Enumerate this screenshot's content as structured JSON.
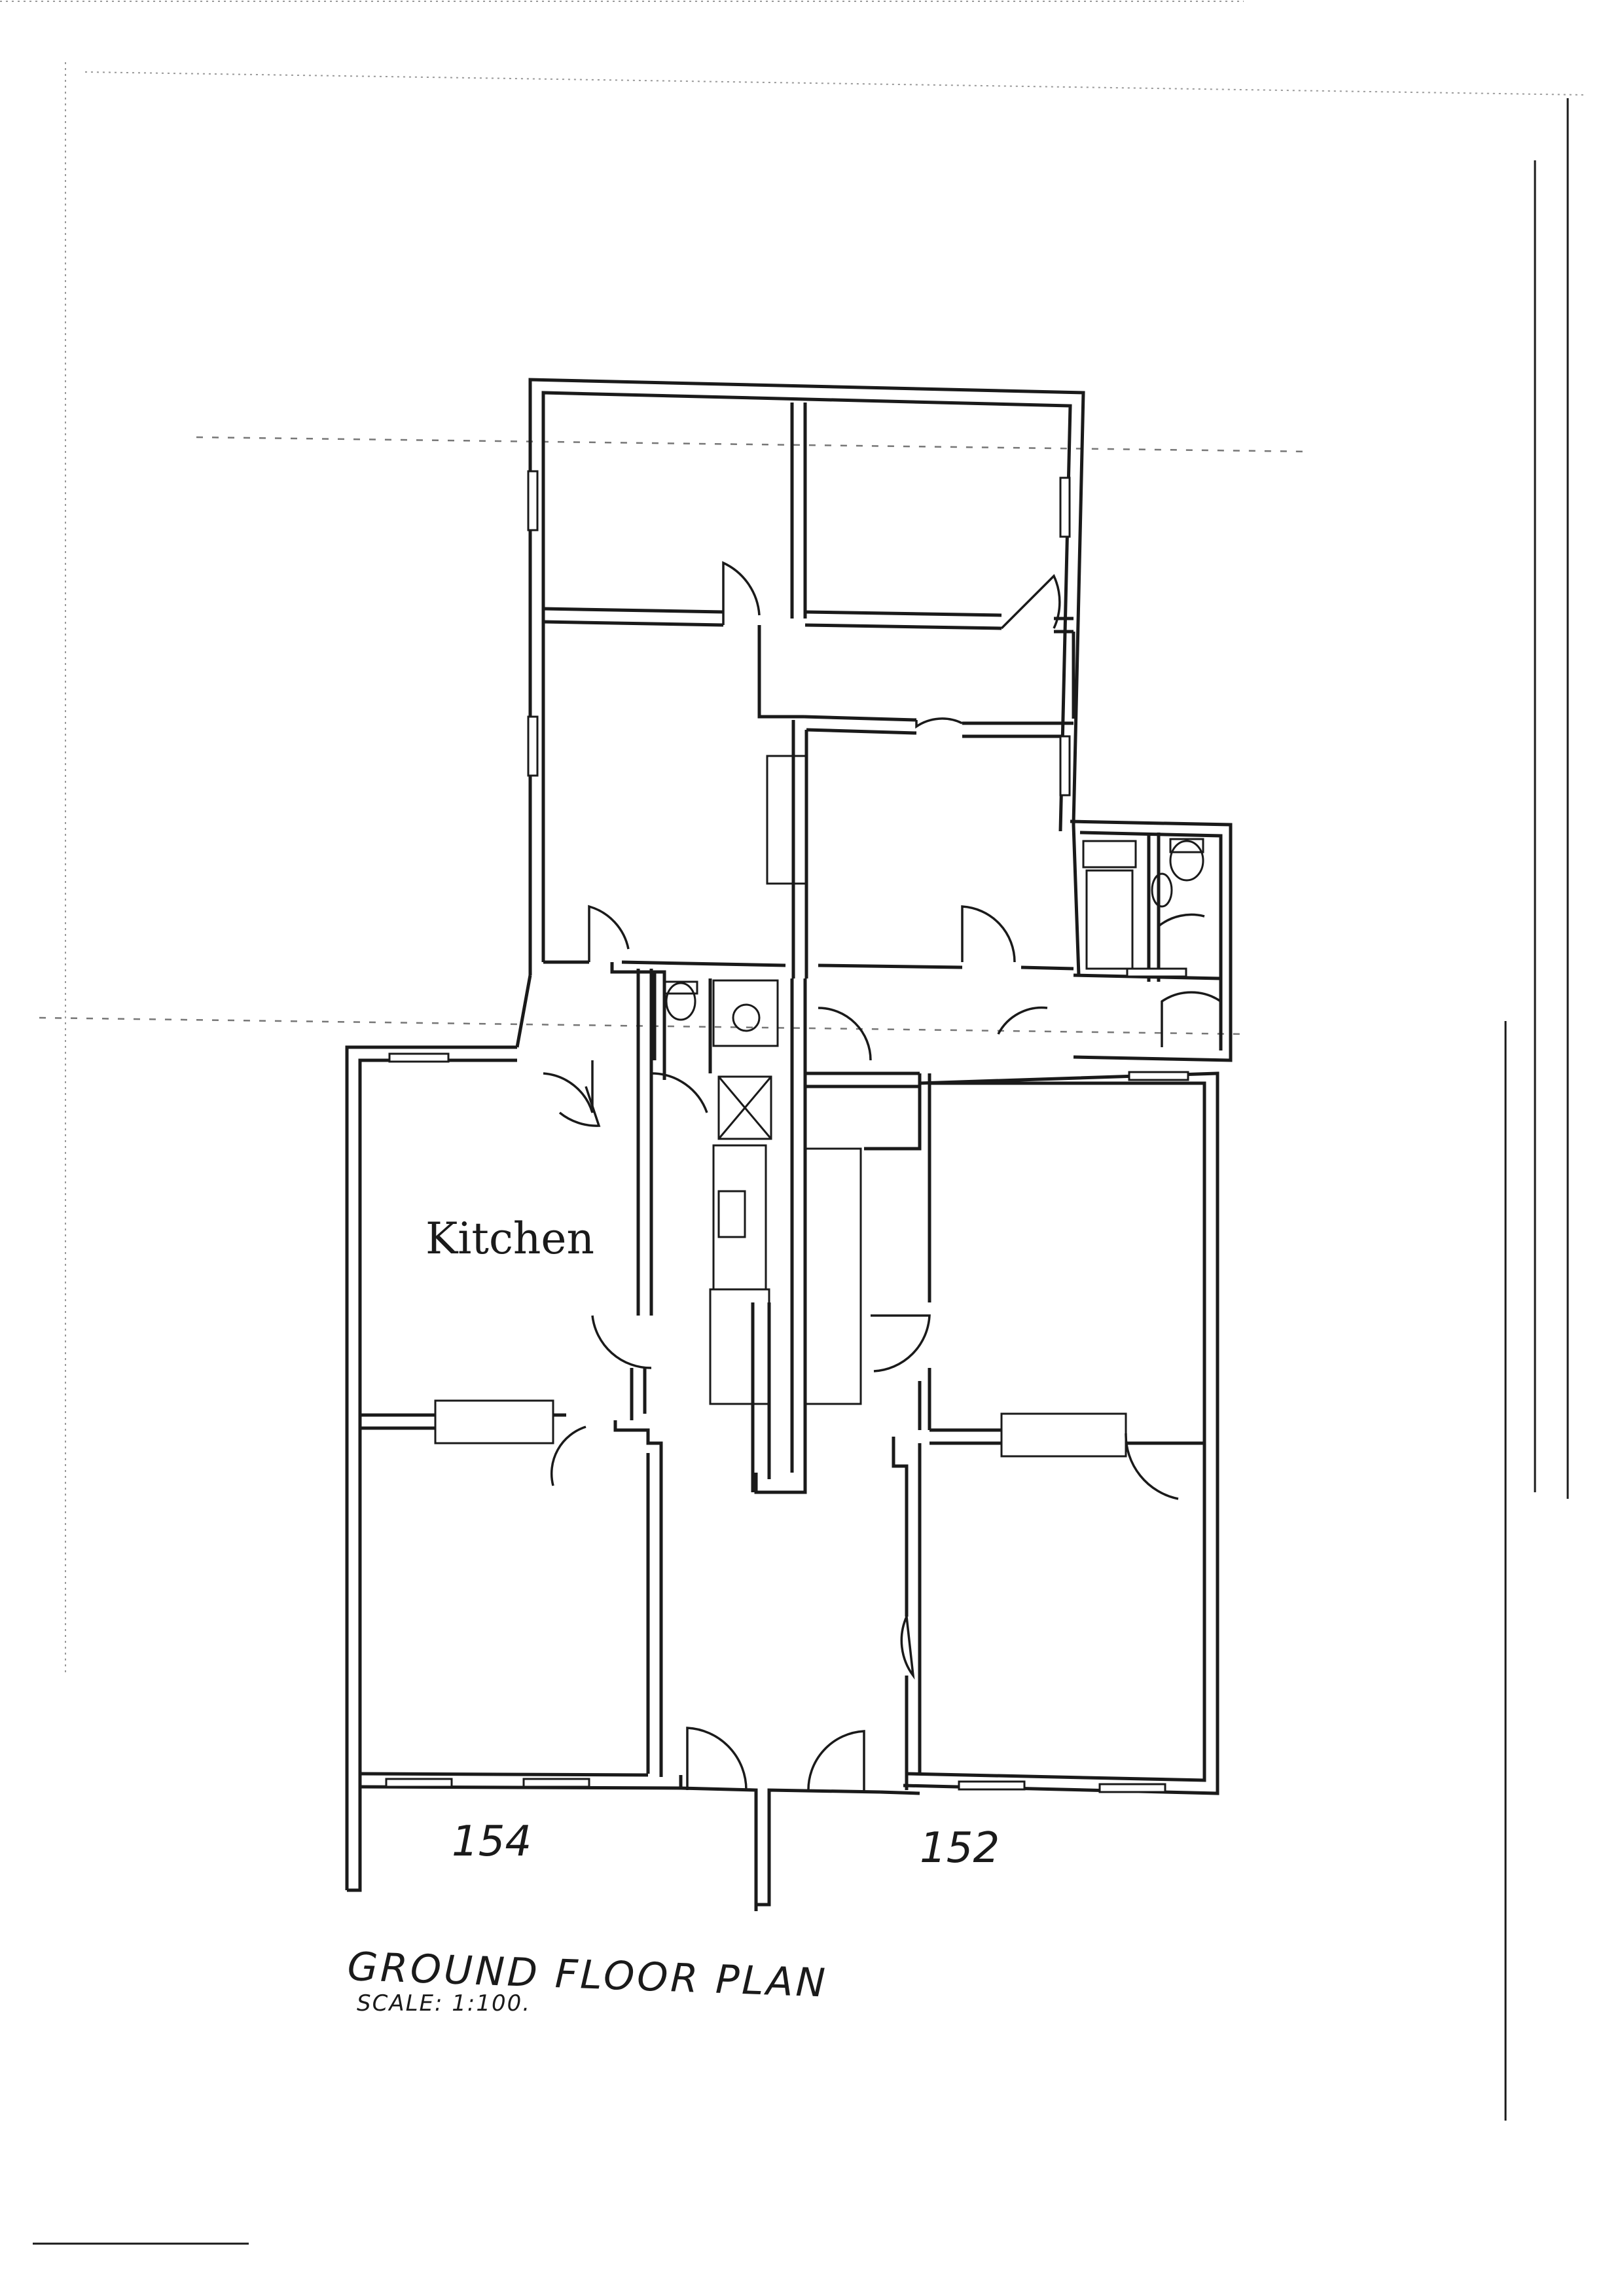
{
  "plan": {
    "room_label": "Kitchen",
    "house_numbers": {
      "left": "154",
      "right": "152"
    },
    "title": "GROUND FLOOR PLAN",
    "scale": "SCALE: 1:100."
  }
}
